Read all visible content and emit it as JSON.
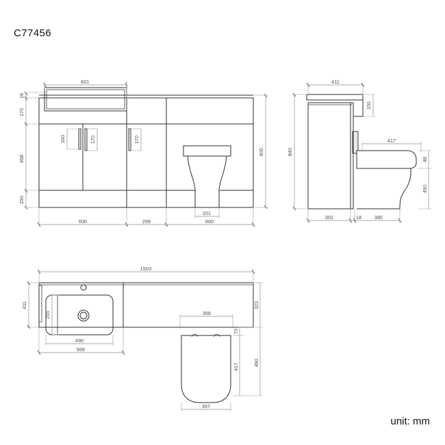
{
  "drawing": {
    "title": "C77456",
    "unit_note": "unit: mm",
    "views": {
      "front": {
        "name": "front-elevation",
        "dimensions": {
          "mirror_width": "601",
          "top_panel_thickness": "18",
          "mirror_height": "170",
          "door_height": "458",
          "plinth_height": "150",
          "handle_left": "160",
          "handle_mid": "170",
          "handle_right": "170",
          "total_height": "800",
          "vanity_width": "600",
          "filler_width": "299",
          "wc_unit_width": "600",
          "pan_width": "201"
        }
      },
      "side": {
        "name": "side-elevation",
        "dimensions": {
          "top_depth": "411",
          "basin_height": "150",
          "total_height": "840",
          "seat_depth": "417",
          "seat_thickness": "48",
          "pan_height": "490",
          "cabinet_depth": "302",
          "gap": "18",
          "wc_depth": "380"
        }
      },
      "plan": {
        "name": "plan-view",
        "dimensions": {
          "overall_width": "1503",
          "worktop_depth": "411",
          "bowl_depth": "255",
          "bowl_width": "490",
          "basin_width": "566",
          "wc_unit_depth": "323",
          "cistern_width": "366",
          "seat_offset": "73",
          "seat_length": "417",
          "pan_projection": "490",
          "pan_width": "357"
        }
      }
    }
  }
}
